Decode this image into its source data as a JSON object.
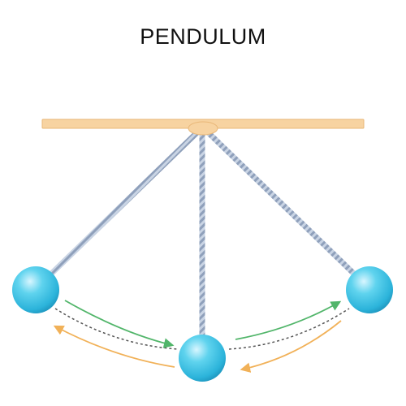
{
  "title": "PENDULUM",
  "colors": {
    "support_bar": "#f7d3a1",
    "support_bar_stroke": "#e8b777",
    "rope": "#b9c6d9",
    "rope_dark": "#8fa0bb",
    "bob": "#3bc3e3",
    "bob_highlight": "#d8f6ff",
    "bob_shadow": "#1b8fb8",
    "arrow_green": "#3fae5a",
    "arrow_orange": "#f0a946",
    "path_dotted": "#555555"
  },
  "parts": [
    "support-bar",
    "pivot",
    "rope",
    "bob",
    "motion-arrow-right",
    "motion-arrow-left"
  ]
}
